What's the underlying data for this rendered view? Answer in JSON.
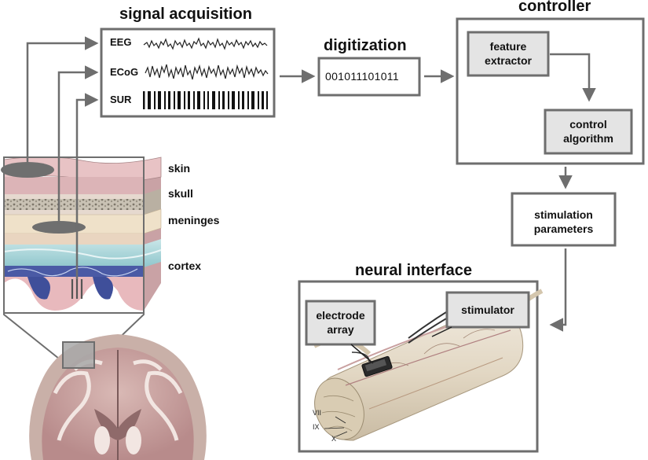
{
  "titles": {
    "signal_acquisition": "signal acquisition",
    "digitization": "digitization",
    "controller": "controller",
    "neural_interface": "neural interface"
  },
  "signals": {
    "eeg": "EEG",
    "ecog": "ECoG",
    "sur": "SUR"
  },
  "digital_code": "001011101011",
  "controller": {
    "feature_extractor": [
      "feature",
      "extractor"
    ],
    "control_algorithm": [
      "control",
      "algorithm"
    ]
  },
  "stimulation_parameters": [
    "stimulation",
    "parameters"
  ],
  "neural_interface": {
    "electrode_array": [
      "electrode",
      "array"
    ],
    "stimulator": "stimulator",
    "nerves": [
      "VII",
      "IX",
      "X"
    ]
  },
  "layers": {
    "skin": "skin",
    "skull": "skull",
    "meninges": "meninges",
    "cortex": "cortex"
  },
  "colors": {
    "box_border": "#6e6e6e",
    "arrow": "#6e6e6e",
    "inner_box_fill": "#e4e4e4",
    "skin": "#e9c6c8",
    "skull": "#d8d4cc",
    "meninges": "#f0e2cc",
    "cortex": "#b9dde1",
    "cortex_deep": "#3f4f9a",
    "brain_cortex": "#b58a8e"
  }
}
